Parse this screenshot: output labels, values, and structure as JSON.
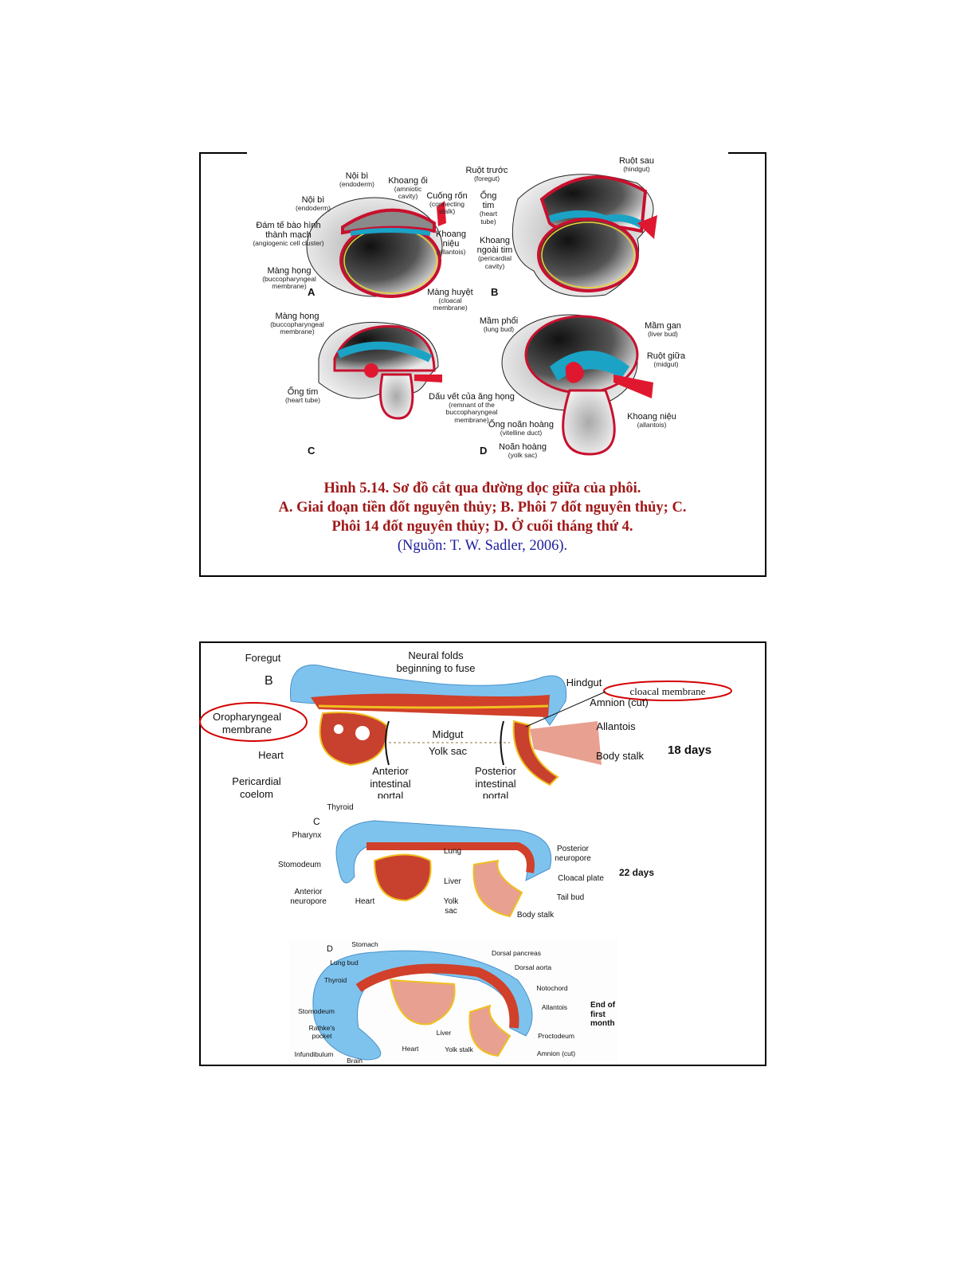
{
  "figure1": {
    "panelA": {
      "letter": "A",
      "labels": [
        {
          "vi": "Nội bì",
          "en": "(endoderm)"
        },
        {
          "vi": "Khoang ối",
          "en": "(amniotic cavity)"
        },
        {
          "vi": "Cuống rốn",
          "en": "(connecting stalk)"
        },
        {
          "vi": "Nội bì",
          "en": "(endoderm)"
        },
        {
          "vi": "Đám tế bào hình thành mạch",
          "en": "(angiogenic cell cluster)"
        },
        {
          "vi": "Khoang niệu",
          "en": "(allantois)"
        },
        {
          "vi": "Màng họng",
          "en": "(buccopharyngeal membrane)"
        },
        {
          "vi": "Màng huyệt",
          "en": "(cloacal membrane)"
        }
      ]
    },
    "panelB": {
      "letter": "B",
      "labels": [
        {
          "vi": "Ruột trước",
          "en": "(foregut)"
        },
        {
          "vi": "Ruột sau",
          "en": "(hindgut)"
        },
        {
          "vi": "Ống tim",
          "en": "(heart tube)"
        },
        {
          "vi": "Khoang ngoài tim",
          "en": "(pericardial cavity)"
        }
      ]
    },
    "panelC": {
      "letter": "C",
      "labels": [
        {
          "vi": "Màng họng",
          "en": "(buccopharyngeal membrane)"
        },
        {
          "vi": "Ống tim",
          "en": "(heart tube)"
        }
      ]
    },
    "panelD": {
      "letter": "D",
      "labels": [
        {
          "vi": "Mầm phổi",
          "en": "(lung bud)"
        },
        {
          "vi": "Mầm gan",
          "en": "(liver bud)"
        },
        {
          "vi": "Ruột giữa",
          "en": "(midgut)"
        },
        {
          "vi": "Dấu vết của ăng họng",
          "en": "(remnant of the buccopharyngeal membrane)"
        },
        {
          "vi": "Ống noãn hoàng",
          "en": "(vitelline duct)"
        },
        {
          "vi": "Khoang niệu",
          "en": "(allantois)"
        },
        {
          "vi": "Noãn hoàng",
          "en": "(yolk sac)"
        }
      ]
    },
    "caption": {
      "line1": "Hình 5.14.  Sơ đồ cắt qua đường dọc giữa của phôi.",
      "line2": "A.  Giai đoạn tiền đốt nguyên thủy; B. Phôi 7 đốt nguyên thủy; C.",
      "line3": "Phôi 14 đốt nguyên thủy; D. Ở cuối tháng thứ 4.",
      "source": "(Nguồn: T. W. Sadler, 2006)."
    }
  },
  "figure2": {
    "panelB": {
      "letter": "B",
      "age": "18 days",
      "labels": {
        "foregut": "Foregut",
        "neural_folds": "Neural folds beginning to fuse",
        "hindgut": "Hindgut",
        "cloacal_membrane": "cloacal membrane",
        "amnion": "Amnion (cut)",
        "allantois": "Allantois",
        "oropharyngeal": "Oropharyngeal membrane",
        "midgut": "Midgut",
        "yolk_sac": "Yolk sac",
        "heart": "Heart",
        "body_stalk": "Body stalk",
        "pericardial": "Pericardial coelom",
        "anterior_portal": "Anterior intestinal portal",
        "posterior_portal": "Posterior intestinal portal"
      }
    },
    "panelC": {
      "letter": "C",
      "age": "22 days",
      "labels": {
        "thyroid": "Thyroid",
        "pharynx": "Pharynx",
        "lung": "Lung",
        "posterior_neuropore": "Posterior neuropore",
        "stomodeum": "Stomodeum",
        "liver": "Liver",
        "cloacal_plate": "Cloacal plate",
        "anterior_neuropore": "Anterior neuropore",
        "heart": "Heart",
        "yolk_sac": "Yolk sac",
        "tail_bud": "Tail bud",
        "body_stalk": "Body stalk"
      }
    },
    "panelD": {
      "letter": "D",
      "age": "End of first month",
      "labels": {
        "stomach": "Stomach",
        "dorsal_pancreas": "Dorsal pancreas",
        "lung_bud": "Lung bud",
        "dorsal_aorta": "Dorsal aorta",
        "thyroid": "Thyroid",
        "notochord": "Notochord",
        "stomodeum": "Stomodeum",
        "allantois": "Allantois",
        "rathke": "Rathke's pocket",
        "proctodeum": "Proctodeum",
        "infundibulum": "Infundibulum",
        "brain": "Brain",
        "heart": "Heart",
        "liver": "Liver",
        "yolk_stalk": "Yolk stalk",
        "amnion": "Amnion (cut)"
      }
    },
    "highlight_color": "#d40000"
  }
}
